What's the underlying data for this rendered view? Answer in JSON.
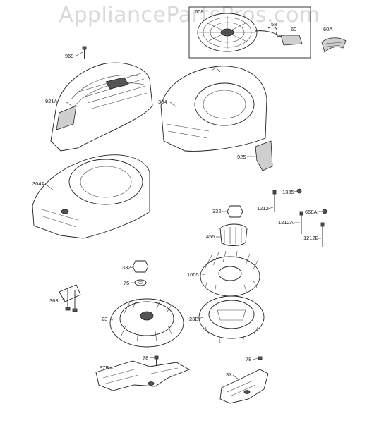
{
  "watermark": "AppliancePartsPros.com",
  "callouts": {
    "p608": "608",
    "p58": "58",
    "p60": "60",
    "p60a": "60A",
    "p969": "969",
    "p921a": "921A",
    "p304": "304",
    "p925": "925",
    "p304a": "304A",
    "p1335": "1335",
    "p332a": "332",
    "p1212": "1212",
    "p668a": "668A",
    "p1212a": "1212A",
    "p455": "455",
    "p1212b": "1212B",
    "p332b": "332",
    "p1005": "1005",
    "p75": "75",
    "p363": "363",
    "p23": "23",
    "p23b": "23B",
    "p78a": "78",
    "p37b": "37B",
    "p78b": "78",
    "p37": "37"
  }
}
